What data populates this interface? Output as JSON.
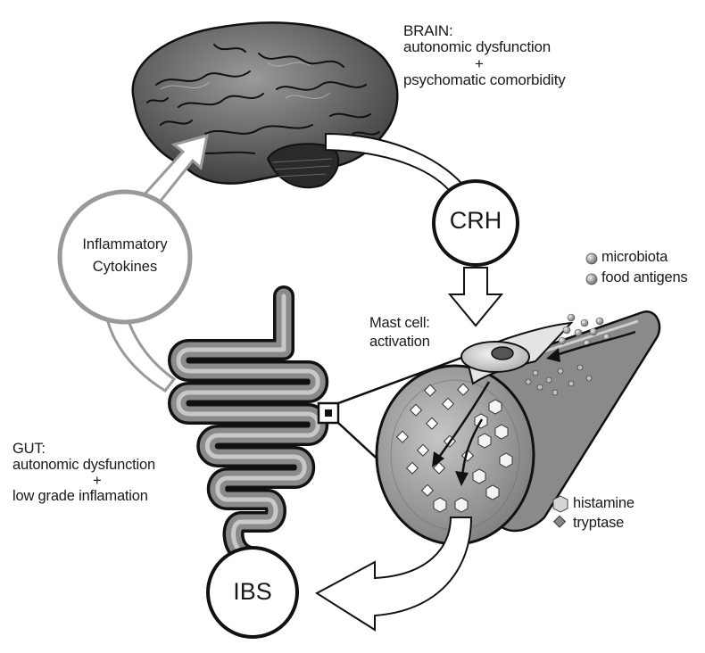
{
  "brain": {
    "title": "BRAIN:",
    "line1": "autonomic dysfunction",
    "plus": "+",
    "line2": "psychomatic comorbidity"
  },
  "nodes": {
    "crh": "CRH",
    "ibs": "IBS",
    "cytokines_line1": "Inflammatory",
    "cytokines_line2": "Cytokines"
  },
  "gut": {
    "title": "GUT:",
    "line1": "autonomic dysfunction",
    "plus": "+",
    "line2": "low grade inflamation"
  },
  "mast_cell": {
    "line1": "Mast cell:",
    "line2": "activation"
  },
  "legend_top": {
    "microbiota": "microbiota",
    "food_antigens": "food antigens"
  },
  "legend_bottom": {
    "histamine": "histamine",
    "tryptase": "tryptase"
  }
}
